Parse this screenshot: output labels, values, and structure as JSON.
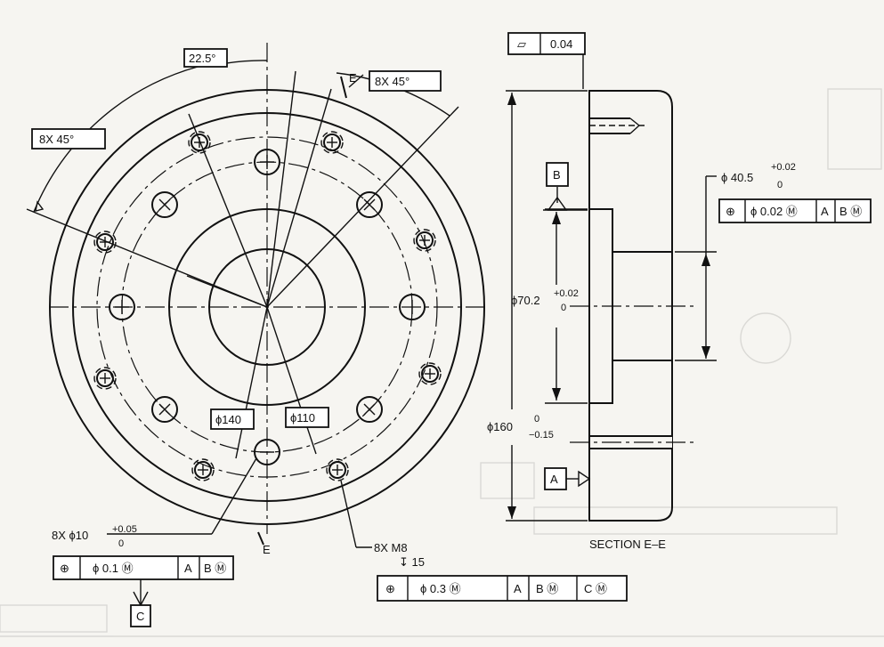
{
  "plan_view": {
    "angle_label_1": "22.5°",
    "angle_label_2": "8X  45°",
    "angle_label_3": "8X  45°",
    "section_cut_letter": "E",
    "diameter_140": "ϕ140",
    "diameter_110": "ϕ110",
    "hole_callout": {
      "line1": "8X  ϕ10",
      "tol_upper": "+0.05",
      "tol_lower": "0"
    },
    "fcf_holes": [
      "⊕",
      "ϕ  0.1 Ⓜ",
      "A",
      "B Ⓜ"
    ],
    "datum_c": "C",
    "thread_callout": {
      "line1": "8X   M8",
      "line2": "↧ 15"
    },
    "fcf_threads": [
      "⊕",
      "ϕ 0.3 Ⓜ",
      "A",
      "B Ⓜ",
      "C Ⓜ"
    ]
  },
  "section_view": {
    "flatness_fcf": [
      "▱",
      "0.04"
    ],
    "datum_b": "B",
    "datum_a": "A",
    "bore_dia": {
      "nominal": "ϕ70.2",
      "tol_upper": "+0.02",
      "tol_lower": "0"
    },
    "pilot_dia": {
      "nominal": "ϕ 40.5",
      "tol_upper": "+0.02",
      "tol_lower": "0"
    },
    "fcf_pilot": [
      "⊕",
      "ϕ 0.02 Ⓜ",
      "A",
      "B Ⓜ"
    ],
    "outer_dia": {
      "nominal": "ϕ160",
      "tol_upper": "0",
      "tol_lower": "−0.15"
    },
    "section_title": "SECTION E–E"
  }
}
